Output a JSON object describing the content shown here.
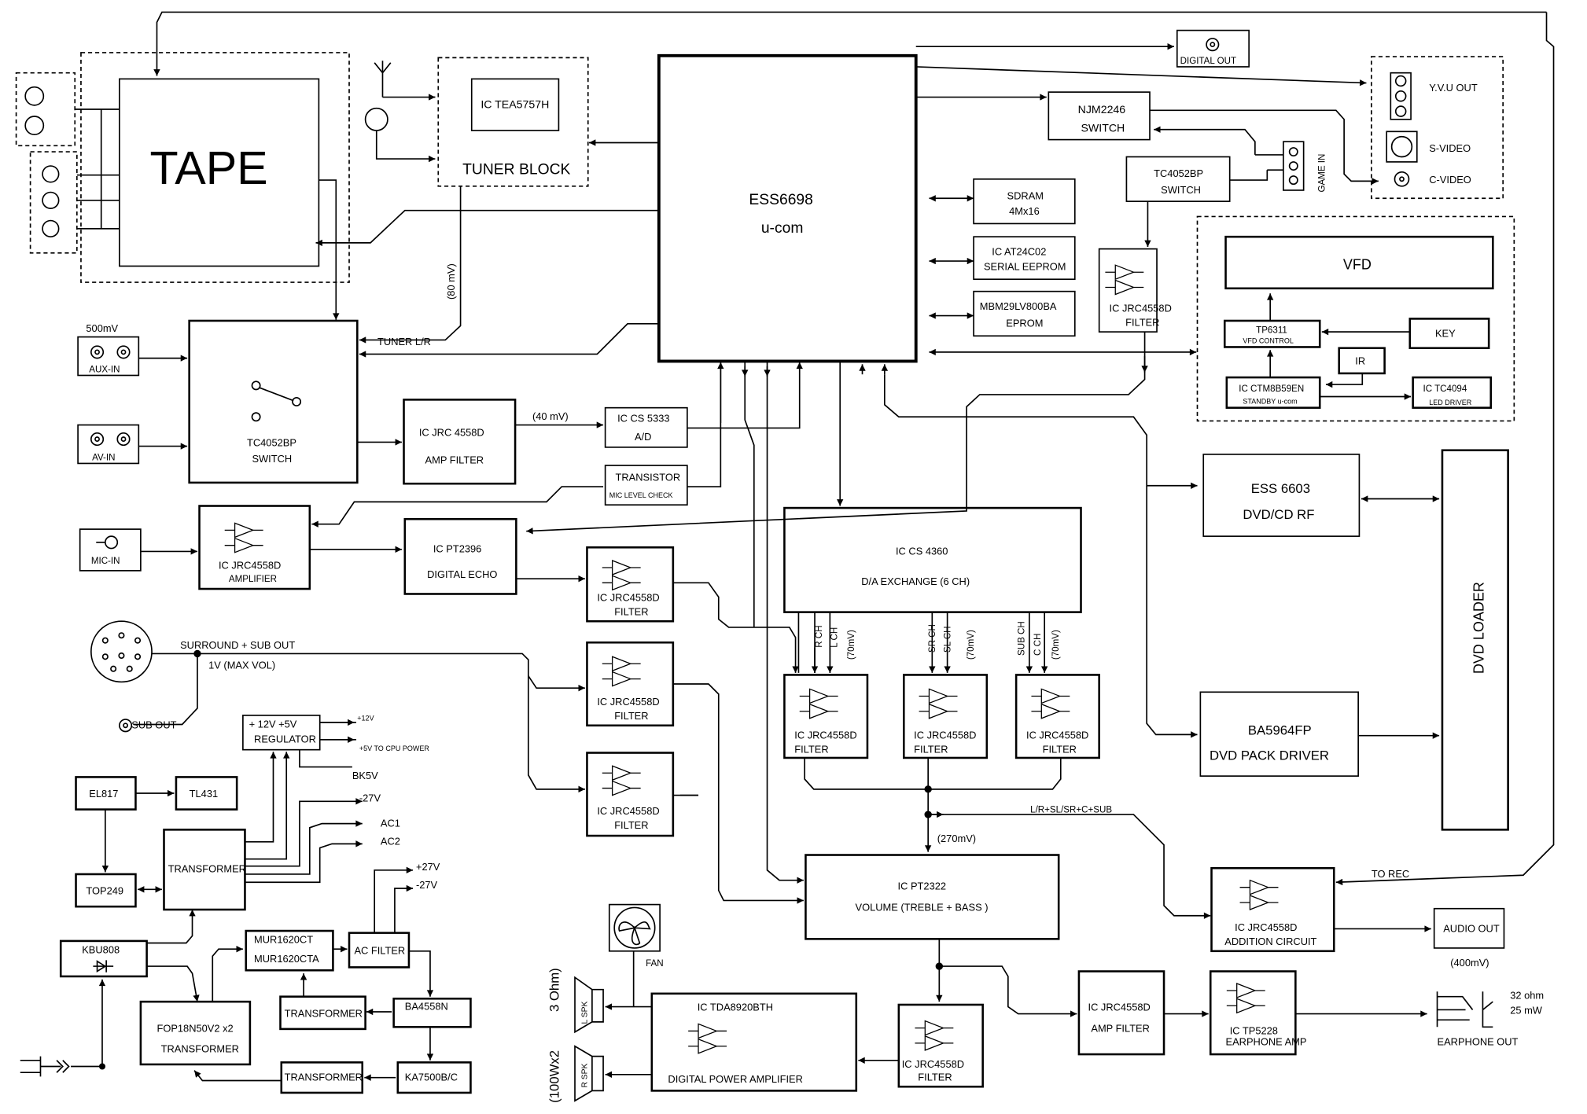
{
  "blocks": {
    "tape": "TAPE",
    "tuner_ic": "IC  TEA5757H",
    "tuner_block": "TUNER  BLOCK",
    "ess6698_name": "ESS6698",
    "ess6698_sub": "u-com",
    "digital_out": "DIGITAL  OUT",
    "yvu_out": "Y.V.U  OUT",
    "s_video": "S-VIDEO",
    "c_video": "C-VIDEO",
    "njm2246_1": "NJM2246",
    "njm2246_2": "SWITCH",
    "game_in": "GAME  IN",
    "tc4052bp_top_1": "TC4052BP",
    "tc4052bp_top_2": "SWITCH",
    "sdram_1": "SDRAM",
    "sdram_2": "4Mx16",
    "at24c02_1": "IC  AT24C02",
    "at24c02_2": "SERIAL  EEPROM",
    "mbm_1": "MBM29LV800BA",
    "mbm_2": "EPROM",
    "filter_right_1": "IC  JRC4558D",
    "filter_right_2": "FILTER",
    "vfd": "VFD",
    "tp6311_1": "TP6311",
    "tp6311_2": "VFD  CONTROL",
    "key": "KEY",
    "ir": "IR",
    "ctm_1": "IC  CTM8B59EN",
    "ctm_2": "STANDBY  u-com",
    "tc4094_1": "IC  TC4094",
    "tc4094_2": "LED  DRIVER",
    "aux_label": "500mV",
    "aux_in": "AUX-IN",
    "av_in": "AV-IN",
    "tuner_lr": "TUNER  L/R",
    "mv80": "(80  mV)",
    "tc4052bp_1": "TC4052BP",
    "tc4052bp_2": "SWITCH",
    "jrc_amp_1": "IC  JRC  4558D",
    "jrc_amp_2": "AMP  FILTER",
    "mv40": "(40  mV)",
    "cs5333_1": "IC  CS  5333",
    "cs5333_2": "A/D",
    "transistor_1": "TRANSISTOR",
    "transistor_2": "MIC  LEVEL  CHECK",
    "mic_in": "MIC-IN",
    "jrc_mic_1": "IC  JRC4558D",
    "jrc_mic_2": "AMPLIFIER",
    "pt2396_1": "IC  PT2396",
    "pt2396_2": "DIGITAL  ECHO",
    "filter_a_1": "IC  JRC4558D",
    "filter_a_2": "FILTER",
    "filter_b_1": "IC  JRC4558D",
    "filter_b_2": "FILTER",
    "filter_c_1": "IC  JRC4558D",
    "filter_c_2": "FILTER",
    "cs4360_1": "IC  CS  4360",
    "cs4360_2": "D/A  EXCHANGE  (6  CH)",
    "ch_r": "R  CH",
    "ch_l": "L  CH",
    "ch_sr": "SR  CH",
    "ch_sl": "SL  CH",
    "ch_sub": "SUB  CH",
    "ch_c": "C  CH",
    "mv70": "(70mV)",
    "f1_1": "IC  JRC4558D",
    "f1_2": "FILTER",
    "f2_1": "IC  JRC4558D",
    "f2_2": "FILTER",
    "f3_1": "IC  JRC4558D",
    "f3_2": "FILTER",
    "ess6603_1": "ESS  6603",
    "ess6603_2": "DVD/CD  RF",
    "dvd_loader": "DVD  LOADER",
    "ba5964_1": "BA5964FP",
    "ba5964_2": "DVD  PACK  DRIVER",
    "surround": "SURROUND  +  SUB  OUT",
    "max_vol": "1V  (MAX  VOL)",
    "sub_out": "SUB  OUT",
    "reg_1": "+ 12V    +5V",
    "reg_2": "REGULATOR",
    "p12v": "+12V",
    "p5v_cpu": "+5V  TO  CPU  POWER",
    "bk5v": "BK5V",
    "el817": "EL817",
    "tl431": "TL431",
    "top249": "TOP249",
    "transformer": "TRANSFORMER",
    "m27v": "-27V",
    "ac1": "AC1",
    "ac2": "AC2",
    "lr_sum": "L/R+SL/SR+C+SUB",
    "mv270": "(270mV)",
    "pt2322_1": "IC    PT2322",
    "pt2322_2": "VOLUME  (TREBLE  +  BASS  )",
    "to_rec": "TO  REC",
    "add_1": "IC  JRC4558D",
    "add_2": "ADDITION  CIRCUIT",
    "audio_out": "AUDIO  OUT",
    "mv400": "(400mV)",
    "kbu808": "KBU808",
    "mur_1": "MUR1620CT",
    "mur_2": "MUR1620CTA",
    "ac_filter": "AC  FILTER",
    "p27v": "+27V",
    "m27v_b": "-27V",
    "fop_1": "FOP18N50V2    x2",
    "fop_2": "TRANSFORMER",
    "transformer_b": "TRANSFORMER",
    "ba4558n": "BA4558N",
    "transformer_c": "TRANSFORMER",
    "ka7500": "KA7500B/C",
    "fan": "FAN",
    "ohm3": "3  Ohm)",
    "w100": "(100Wx2",
    "l_spk": "L  SPK",
    "r_spk": "R  SPK",
    "tda_1": "IC  TDA8920BTH",
    "tda_2": "DIGITAL    POWER  AMPLIFIER",
    "filter_d_1": "IC  JRC4558D",
    "filter_d_2": "FILTER",
    "jrc_amp2_1": "IC  JRC4558D",
    "jrc_amp2_2": "AMP  FILTER",
    "tp5228_1": "IC  TP5228",
    "tp5228_2": "EARPHONE  AMP",
    "ohm32": "32  ohm",
    "mw25": "25  mW",
    "earphone_out": "EARPHONE  OUT"
  },
  "icons": [
    "antenna-icon",
    "loop-antenna-icon",
    "rca-jack-icon",
    "mini-din-icon",
    "mic-icon",
    "fan-icon",
    "speaker-icon",
    "plug-icon",
    "earphone-jack-icon",
    "opamp-icon",
    "diode-icon",
    "switch-icon"
  ]
}
